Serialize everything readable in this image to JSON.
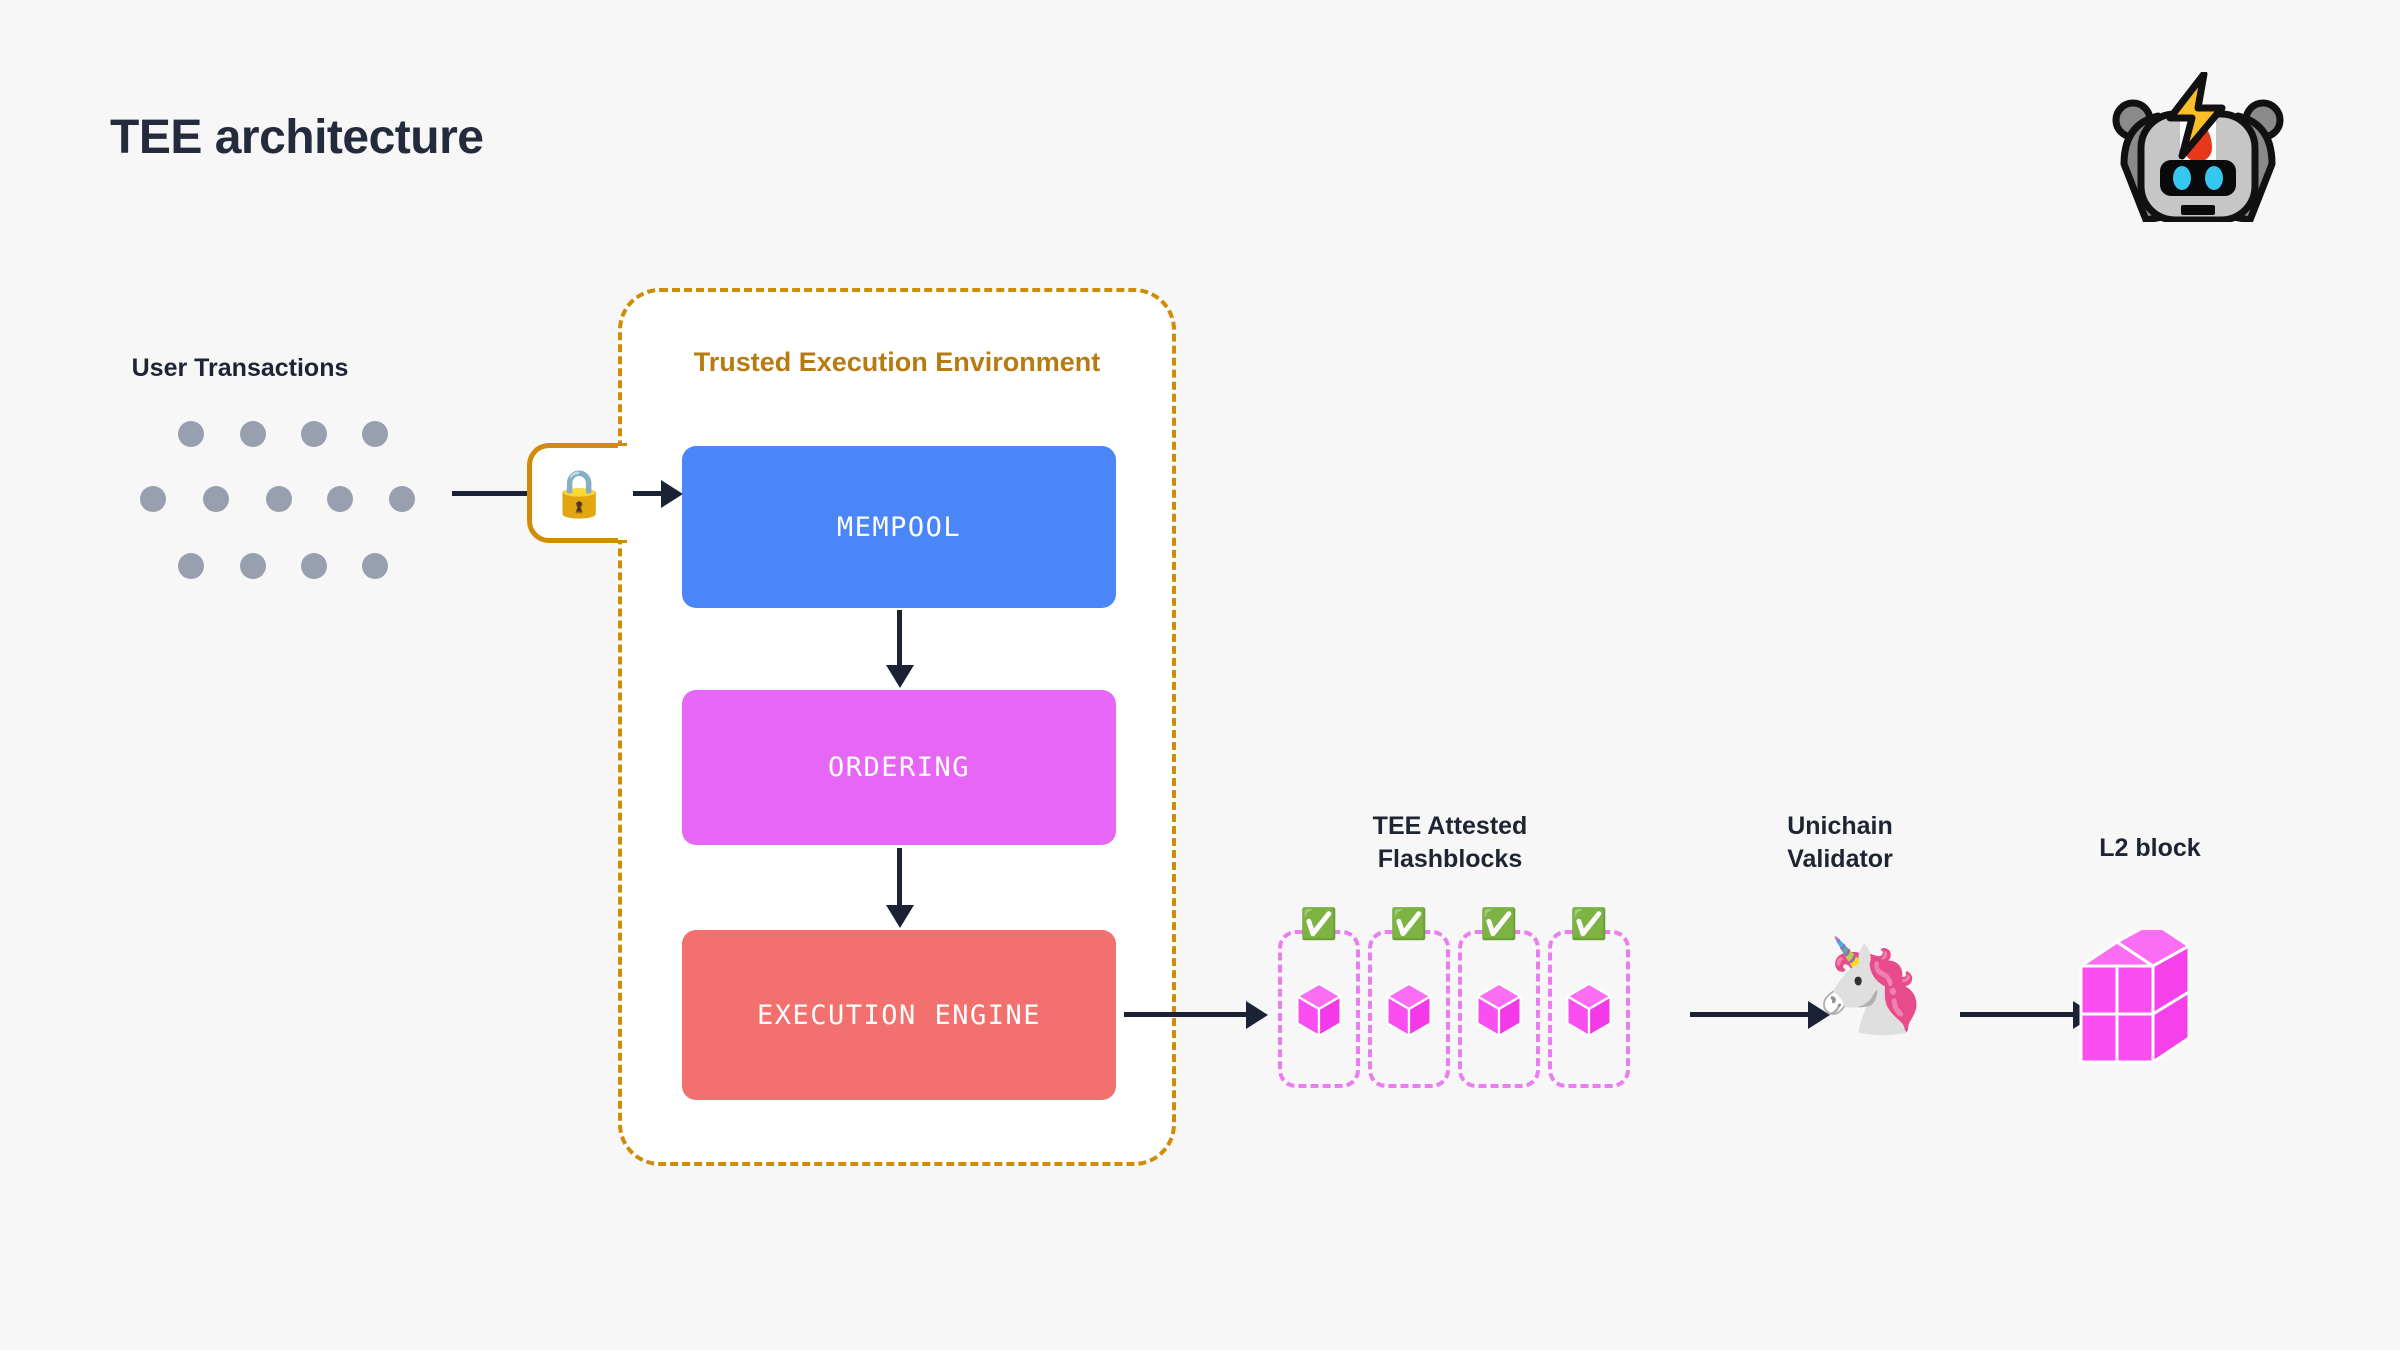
{
  "page": {
    "title": "TEE architecture",
    "background_color": "#f7f7f7",
    "title_color": "#232b3d"
  },
  "logo": {
    "name": "flashbots-robot-logo",
    "alt": "robot head with lightning bolt"
  },
  "left_source": {
    "label": "User Transactions",
    "dot_color": "#98a0b0",
    "dot_rows": [
      4,
      5,
      4
    ]
  },
  "gateway": {
    "icon": "🔒",
    "icon_name": "lock-icon",
    "border_color": "#cf8c07"
  },
  "tee": {
    "title": "Trusted Execution Environment",
    "title_color": "#b87b10",
    "border_color": "#cf8c07",
    "fill_color": "#ffffff",
    "stages": [
      {
        "label": "MEMPOOL",
        "color": "#4a86f7"
      },
      {
        "label": "ORDERING",
        "color": "#e667f5"
      },
      {
        "label": "EXECUTION ENGINE",
        "color": "#f2706e"
      }
    ]
  },
  "flashblocks": {
    "label": "TEE Attested\nFlashblocks",
    "count": 4,
    "badge_icon": "✅",
    "border_color": "#ea7ef0",
    "cube_color": "#fa4ef0"
  },
  "validator": {
    "label": "Unichain\nValidator",
    "icon": "🦄",
    "icon_name": "unicorn-icon"
  },
  "output": {
    "label": "L2 block",
    "cube_color": "#fa4ef0"
  },
  "arrow_color": "#1b2235"
}
